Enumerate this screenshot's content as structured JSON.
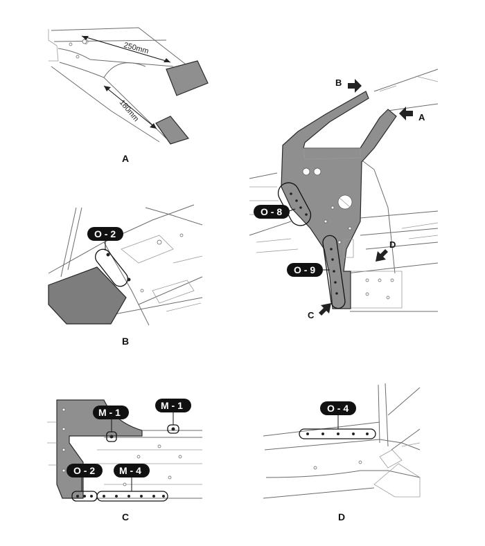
{
  "panels": {
    "a": {
      "caption": "A",
      "dim_top": "250mm",
      "dim_side": "180mm"
    },
    "b": {
      "caption": "B",
      "badge": "O - 2"
    },
    "c": {
      "caption": "C",
      "badge_m1_left": "M - 1",
      "badge_m1_right": "M - 1",
      "badge_o2": "O - 2",
      "badge_m4": "M - 4"
    },
    "d": {
      "caption": "D",
      "badge": "O - 4"
    },
    "main": {
      "arrow_b": "B",
      "arrow_a": "A",
      "arrow_c": "C",
      "arrow_d": "D",
      "badge_o8": "O - 8",
      "badge_o9": "O - 9"
    }
  },
  "colors": {
    "part_fill": "#8f8f8f",
    "badge_fill": "#111111",
    "line": "#6b6b6b"
  }
}
